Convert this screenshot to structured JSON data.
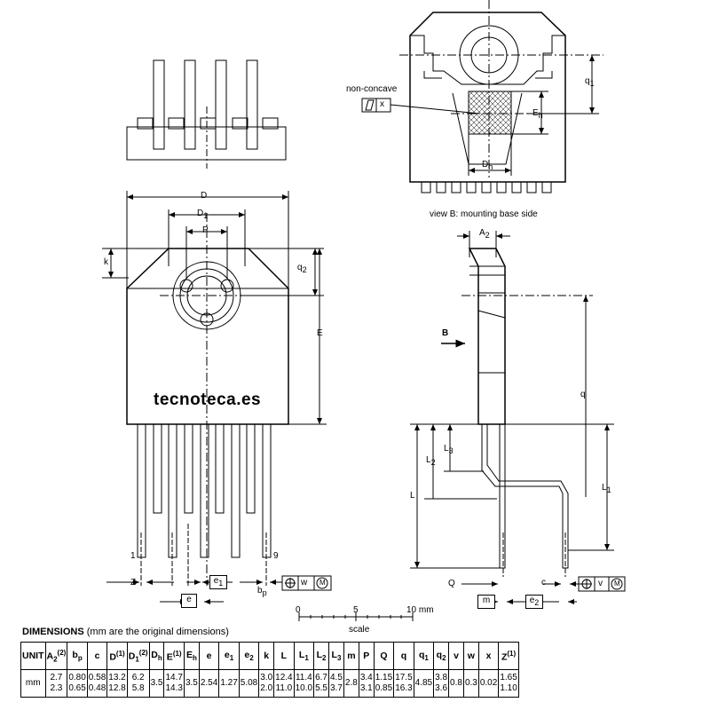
{
  "watermark": "tecnoteca.es",
  "view_b_caption": "view B: mounting base side",
  "non_concave_label": "non-concave",
  "labels": {
    "D": "D",
    "D1": "D",
    "D1_sub": "1",
    "P": "P",
    "k": "k",
    "q2": "q",
    "q2_sub": "2",
    "E": "E",
    "Z": "Z",
    "e": "e",
    "e1": "e",
    "e1_sub": "1",
    "bp": "b",
    "bp_sub": "p",
    "pin1": "1",
    "pin9": "9",
    "w": "w",
    "M": "M",
    "v": "v",
    "q1": "q",
    "q1_sub": "1",
    "Eh": "E",
    "Eh_sub": "h",
    "Dh": "D",
    "Dh_sub": "h",
    "x": "x",
    "A2": "A",
    "A2_sub": "2",
    "B": "B",
    "q": "q",
    "L": "L",
    "L1": "L",
    "L1_sub": "1",
    "L2": "L",
    "L2_sub": "2",
    "L3": "L",
    "L3_sub": "3",
    "Q": "Q",
    "m": "m",
    "c": "c",
    "e2": "e",
    "e2_sub": "2"
  },
  "scale": {
    "ticks": [
      "0",
      "5",
      "10 mm"
    ],
    "label": "scale"
  },
  "dimensions_title": "DIMENSIONS",
  "dimensions_note": "(mm are the original dimensions)",
  "table": {
    "headers": [
      {
        "t": "UNIT",
        "s": ""
      },
      {
        "t": "A",
        "s": "2",
        "n": "(2)"
      },
      {
        "t": "b",
        "s": "p"
      },
      {
        "t": "c",
        "s": ""
      },
      {
        "t": "D",
        "s": "",
        "n": "(1)"
      },
      {
        "t": "D",
        "s": "1",
        "n": "(2)"
      },
      {
        "t": "D",
        "s": "h"
      },
      {
        "t": "E",
        "s": "",
        "n": "(1)"
      },
      {
        "t": "E",
        "s": "h"
      },
      {
        "t": "e",
        "s": ""
      },
      {
        "t": "e",
        "s": "1"
      },
      {
        "t": "e",
        "s": "2"
      },
      {
        "t": "k",
        "s": ""
      },
      {
        "t": "L",
        "s": ""
      },
      {
        "t": "L",
        "s": "1"
      },
      {
        "t": "L",
        "s": "2"
      },
      {
        "t": "L",
        "s": "3"
      },
      {
        "t": "m",
        "s": ""
      },
      {
        "t": "P",
        "s": ""
      },
      {
        "t": "Q",
        "s": ""
      },
      {
        "t": "q",
        "s": ""
      },
      {
        "t": "q",
        "s": "1"
      },
      {
        "t": "q",
        "s": "2"
      },
      {
        "t": "v",
        "s": ""
      },
      {
        "t": "w",
        "s": ""
      },
      {
        "t": "x",
        "s": ""
      },
      {
        "t": "Z",
        "s": "",
        "n": "(1)"
      }
    ],
    "row": [
      [
        "mm"
      ],
      [
        "2.7",
        "2.3"
      ],
      [
        "0.80",
        "0.65"
      ],
      [
        "0.58",
        "0.48"
      ],
      [
        "13.2",
        "12.8"
      ],
      [
        "6.2",
        "5.8"
      ],
      [
        "3.5"
      ],
      [
        "14.7",
        "14.3"
      ],
      [
        "3.5"
      ],
      [
        "2.54"
      ],
      [
        "1.27"
      ],
      [
        "5.08"
      ],
      [
        "3.0",
        "2.0"
      ],
      [
        "12.4",
        "11.0"
      ],
      [
        "11.4",
        "10.0"
      ],
      [
        "6.7",
        "5.5"
      ],
      [
        "4.5",
        "3.7"
      ],
      [
        "2.8"
      ],
      [
        "3.4",
        "3.1"
      ],
      [
        "1.15",
        "0.85"
      ],
      [
        "17.5",
        "16.3"
      ],
      [
        "4.85"
      ],
      [
        "3.8",
        "3.6"
      ],
      [
        "0.8"
      ],
      [
        "0.3"
      ],
      [
        "0.02"
      ],
      [
        "1.65",
        "1.10"
      ]
    ]
  }
}
